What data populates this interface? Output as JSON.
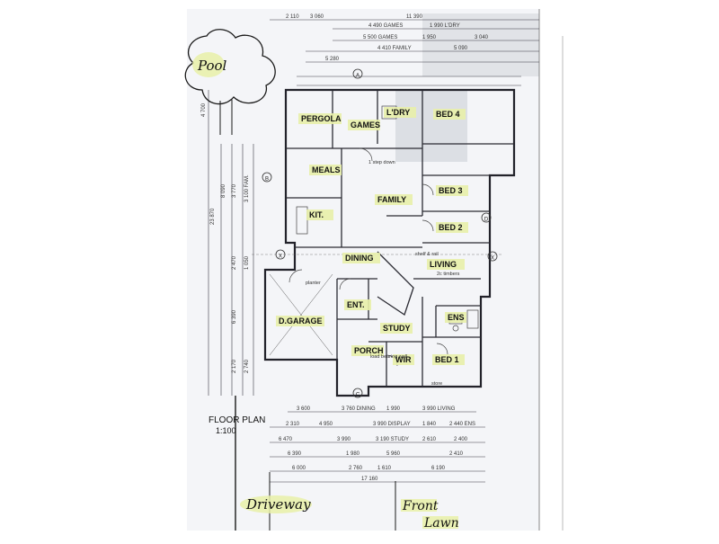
{
  "colors": {
    "paper": "#f4f5f8",
    "ink": "#2b2b33",
    "highlight": "#e8f0a8",
    "scan_shadow": "#9aa0a8"
  },
  "handwritten": {
    "tree_label": "Pool",
    "driveway": "Driveway",
    "front_lawn_1": "Front",
    "front_lawn_2": "Lawn"
  },
  "plan": {
    "title": "FLOOR PLAN",
    "scale": "1:100",
    "grid_markers": [
      "A",
      "B",
      "C",
      "D",
      "X",
      "X"
    ],
    "rooms": [
      {
        "id": "pergola",
        "label": "PERGOLA"
      },
      {
        "id": "games",
        "label": "GAMES"
      },
      {
        "id": "ldry",
        "label": "L'DRY"
      },
      {
        "id": "bed4",
        "label": "BED 4"
      },
      {
        "id": "meals",
        "label": "MEALS"
      },
      {
        "id": "family",
        "label": "FAMILY"
      },
      {
        "id": "bed3",
        "label": "BED 3"
      },
      {
        "id": "kit",
        "label": "KIT."
      },
      {
        "id": "bed2",
        "label": "BED 2"
      },
      {
        "id": "dining",
        "label": "DINING"
      },
      {
        "id": "living",
        "label": "LIVING"
      },
      {
        "id": "dgarage",
        "label": "D.GARAGE"
      },
      {
        "id": "ent",
        "label": "ENT."
      },
      {
        "id": "ens",
        "label": "ENS"
      },
      {
        "id": "study",
        "label": "STUDY"
      },
      {
        "id": "porch",
        "label": "PORCH"
      },
      {
        "id": "wir",
        "label": "WIR"
      },
      {
        "id": "bed1",
        "label": "BED 1"
      }
    ],
    "top_dims": {
      "row1": [
        "2 110",
        "3 060",
        "11 390"
      ],
      "row2": [
        "4 490 GAMES",
        "1 990 L'DRY"
      ],
      "row3": [
        "5 500 GAMES",
        "1 950",
        "3 040"
      ],
      "row4": [
        "4 410 FAMILY",
        "5 090"
      ],
      "row5": [
        "5 280"
      ]
    },
    "left_dims": [
      "4 700",
      "23 870",
      "8 090",
      "3 770",
      "3 100 FAM.",
      "2 470",
      "1 050",
      "6 390",
      "2 170",
      "2 740"
    ],
    "bottom_dims": {
      "row1": [
        "3 600",
        "3 760 DINING",
        "1 990",
        "3 990 LIVING"
      ],
      "row2": [
        "2 310",
        "4 950",
        "3 990 DISPLAY",
        "1 840",
        "2 440 ENS"
      ],
      "row3": [
        "6 470",
        "3 990",
        "3 190 STUDY",
        "2 610",
        "2 400"
      ],
      "row4": [
        "6 390",
        "1 980",
        "5 960",
        "2 410"
      ],
      "row5": [
        "6 000",
        "2 760",
        "1 610",
        "6 190"
      ],
      "total": "17 160"
    },
    "notes": [
      "shelf & rail",
      "1 step down",
      "planter",
      "load bearing wall",
      "2c timbers",
      "store"
    ]
  }
}
